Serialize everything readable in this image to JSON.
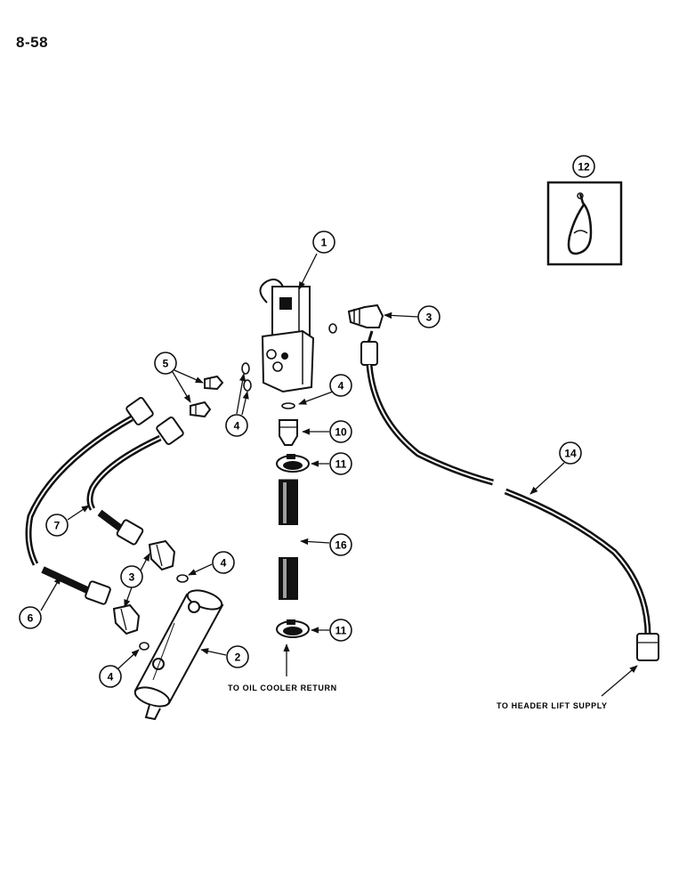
{
  "page": {
    "number": "8-58"
  },
  "callouts": {
    "c1": "1",
    "c2": "2",
    "c3a": "3",
    "c3b": "3",
    "c4a": "4",
    "c4b": "4",
    "c4c": "4",
    "c4d": "4",
    "c5": "5",
    "c6": "6",
    "c7": "7",
    "c10": "10",
    "c11a": "11",
    "c11b": "11",
    "c12": "12",
    "c14": "14",
    "c16": "16"
  },
  "notes": {
    "oil_cooler": "TO OIL COOLER RETURN",
    "header_lift": "TO HEADER LIFT SUPPLY"
  }
}
